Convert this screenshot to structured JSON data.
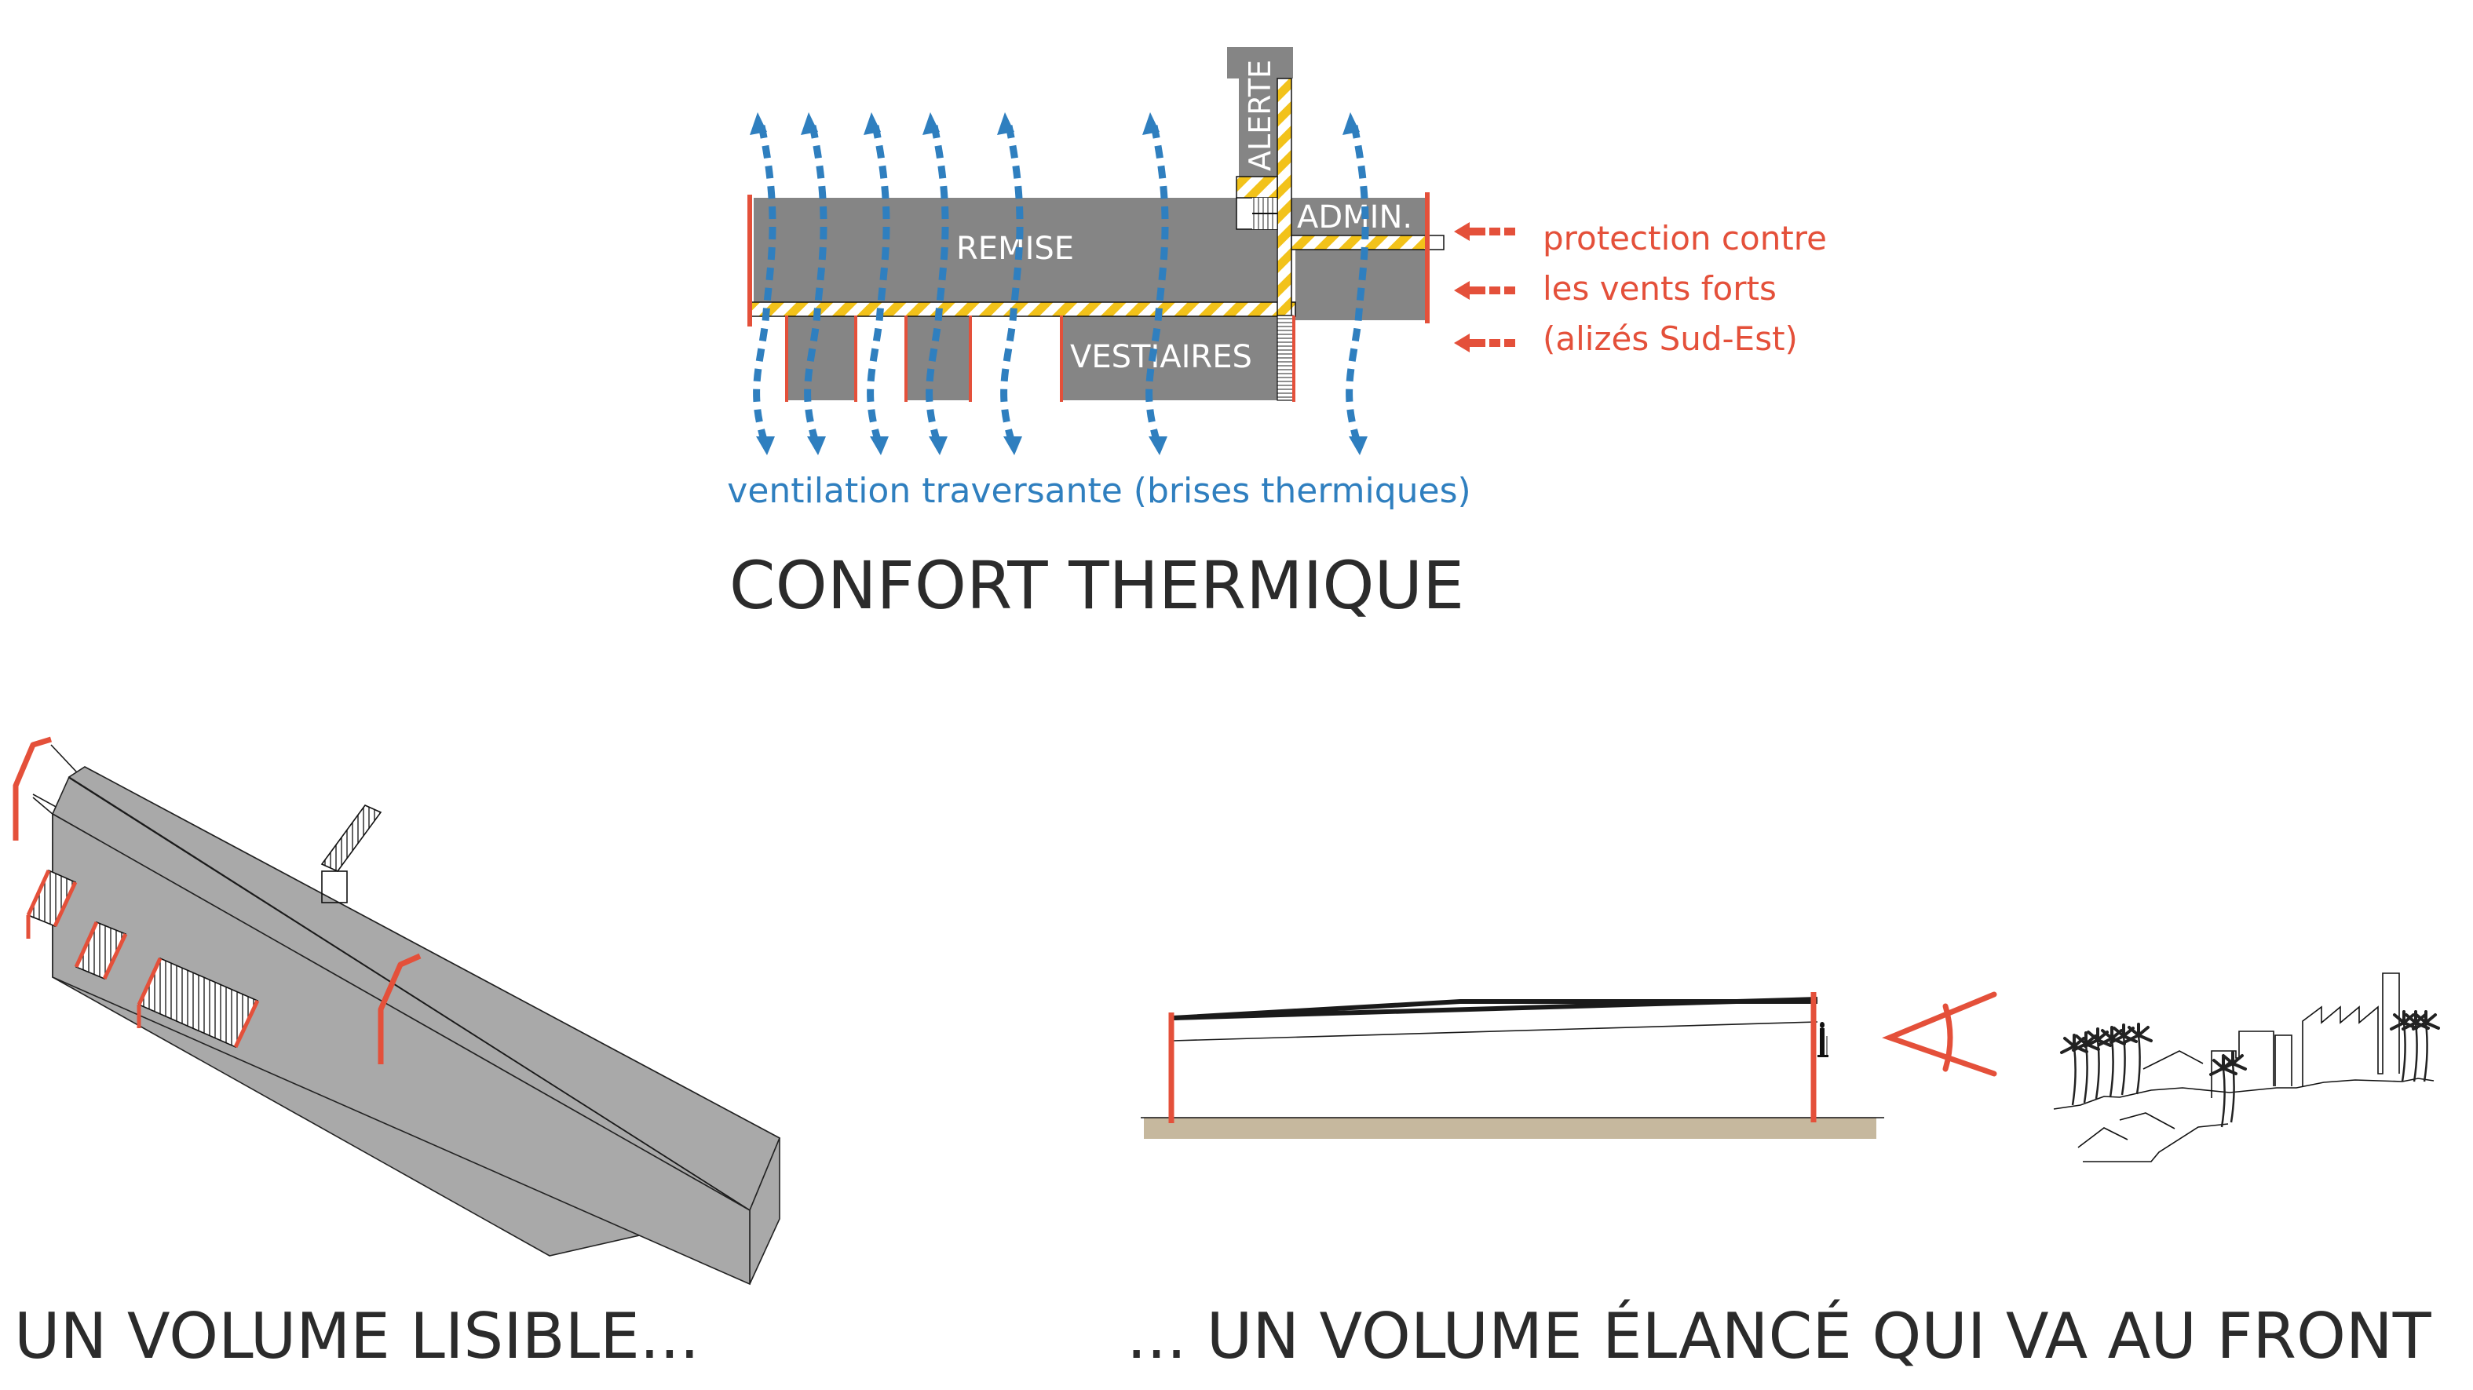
{
  "colors": {
    "grey": "#858585",
    "grey_iso": "#a9a9a9",
    "accent_red": "#e4503a",
    "airflow_blue": "#2f7fbf",
    "hatch_yellow": "#f2c21a",
    "ground": "#c6b89e",
    "text_dark": "#2b2b2b"
  },
  "plan": {
    "rooms": {
      "remise": "REMISE",
      "vestiaires": "VESTIAIRES",
      "alerte": "ALERTE",
      "admin": "ADMIN."
    },
    "wind_note": {
      "lines": [
        "protection contre",
        "les vents forts",
        "(alizés Sud-Est)"
      ]
    },
    "ventilation_note": "ventilation traversante (brises thermiques)",
    "title": "CONFORT THERMIQUE"
  },
  "axonometric": {
    "title": "UN VOLUME LISIBLE..."
  },
  "section": {
    "title": "... UN VOLUME ÉLANCÉ QUI VA AU FRONT"
  }
}
